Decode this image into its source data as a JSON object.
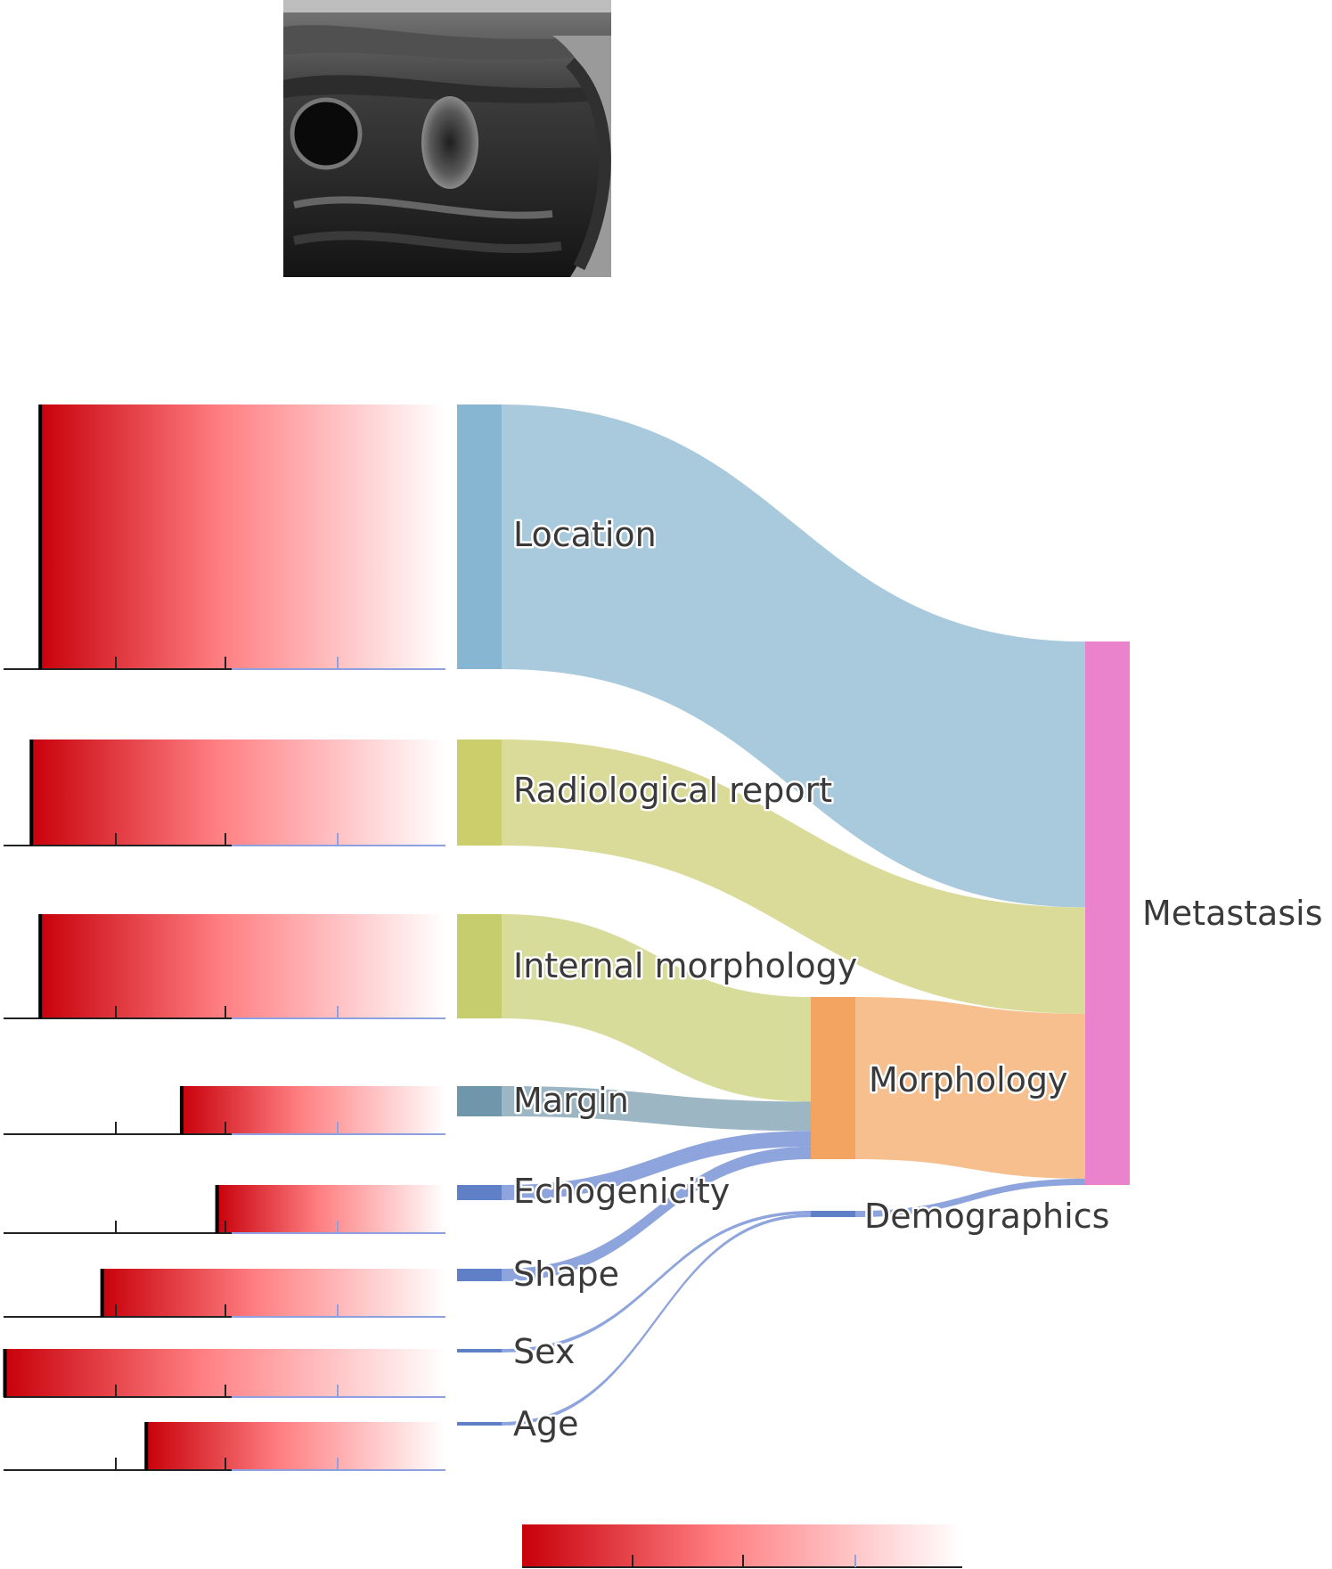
{
  "colors": {
    "gradient_start": "#c8000a",
    "gradient_mid": "#ff7f82",
    "gradient_end": "#ffffff",
    "axis": "#222222",
    "tick_fade": "#8fa0e0",
    "location": "#86b6d2",
    "location_link": "#a9cadc",
    "report": "#cccd6b",
    "report_link": "#dbdb99",
    "internal": "#c6cd6d",
    "internal_link": "#d8dc9b",
    "margin": "#6f96aa",
    "margin_link": "#9cb6c4",
    "blue_feature": "#5f7fc6",
    "blue_link": "#8ea4dc",
    "morphology": "#f3a461",
    "morphology_link": "#f8bf8e",
    "metastasis": "#ea82cc"
  },
  "chart_data": {
    "type": "sankey",
    "nodes": [
      {
        "id": "location",
        "label": "Location",
        "column": 0
      },
      {
        "id": "report",
        "label": "Radiological report",
        "column": 0
      },
      {
        "id": "internal",
        "label": "Internal morphology",
        "column": 0
      },
      {
        "id": "margin",
        "label": "Margin",
        "column": 0
      },
      {
        "id": "echo",
        "label": "Echogenicity",
        "column": 0
      },
      {
        "id": "shape",
        "label": "Shape",
        "column": 0
      },
      {
        "id": "sex",
        "label": "Sex",
        "column": 0
      },
      {
        "id": "age",
        "label": "Age",
        "column": 0
      },
      {
        "id": "morphology",
        "label": "Morphology",
        "column": 1
      },
      {
        "id": "demographics",
        "label": "Demographics",
        "column": 1
      },
      {
        "id": "metastasis",
        "label": "Metastasis",
        "column": 2
      }
    ],
    "links": [
      {
        "source": "location",
        "target": "metastasis",
        "value": 25
      },
      {
        "source": "report",
        "target": "metastasis",
        "value": 10
      },
      {
        "source": "internal",
        "target": "morphology",
        "value": 10
      },
      {
        "source": "margin",
        "target": "morphology",
        "value": 2.8
      },
      {
        "source": "echo",
        "target": "morphology",
        "value": 1.5
      },
      {
        "source": "shape",
        "target": "morphology",
        "value": 1.2
      },
      {
        "source": "morphology",
        "target": "metastasis",
        "value": 15.5
      },
      {
        "source": "sex",
        "target": "demographics",
        "value": 0.3
      },
      {
        "source": "age",
        "target": "demographics",
        "value": 0.3
      },
      {
        "source": "demographics",
        "target": "metastasis",
        "value": 0.6
      }
    ],
    "feature_bars": [
      {
        "node": "location",
        "marker": 0.08
      },
      {
        "node": "report",
        "marker": 0.06
      },
      {
        "node": "internal",
        "marker": 0.08
      },
      {
        "node": "margin",
        "marker": 0.4
      },
      {
        "node": "echo",
        "marker": 0.48
      },
      {
        "node": "shape",
        "marker": 0.22
      },
      {
        "node": "sex",
        "marker": 0.0
      },
      {
        "node": "age",
        "marker": 0.32
      }
    ],
    "legend_bar": {
      "placement": "bottom"
    }
  }
}
